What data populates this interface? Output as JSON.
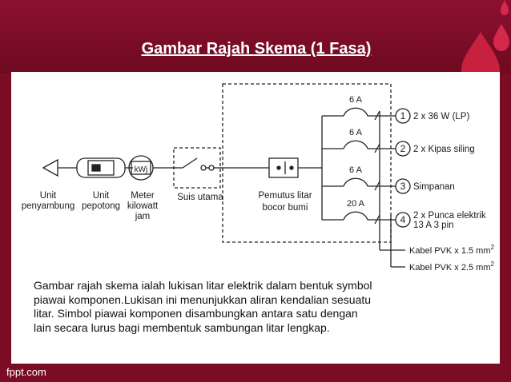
{
  "slide": {
    "title": "Gambar Rajah Skema (1 Fasa)",
    "footer": "fppt.com"
  },
  "diagram": {
    "components": [
      {
        "label_lines": [
          "Unit",
          "penyambung"
        ]
      },
      {
        "label_lines": [
          "Unit",
          "pepotong"
        ]
      },
      {
        "label_lines": [
          "Meter",
          "kilowatt",
          "jam"
        ],
        "symbol_text": "kWj"
      },
      {
        "label_lines": [
          "Suis utama"
        ]
      },
      {
        "label_lines": [
          "Pemutus litar",
          "bocor bumi"
        ]
      }
    ],
    "fuses": [
      "6 A",
      "6 A",
      "6 A",
      "20 A"
    ],
    "circuits": [
      {
        "number": "1",
        "label": "2 x 36 W (LP)"
      },
      {
        "number": "2",
        "label": "2 x Kipas siling"
      },
      {
        "number": "3",
        "label": "Simpanan"
      },
      {
        "number": "4",
        "label_lines": [
          "2 x Punca elektrik",
          "13 A 3 pin"
        ]
      }
    ],
    "cables": [
      {
        "label": "Kabel PVK x 1.5 mm",
        "sup": "2"
      },
      {
        "label": "Kabel PVK x 2.5 mm",
        "sup": "2"
      }
    ]
  },
  "caption": "Gambar rajah skema ialah lukisan litar elektrik dalam bentuk symbol piawai komponen.Lukisan ini menunjukkan aliran kendalian sesuatu litar. Simbol piawai komponen disambungkan antara satu dengan lain secara lurus bagi membentuk sambungan litar lengkap.",
  "colors": {
    "background": "#7a0c24",
    "panel": "#ffffff",
    "title_text": "#ffffff"
  }
}
